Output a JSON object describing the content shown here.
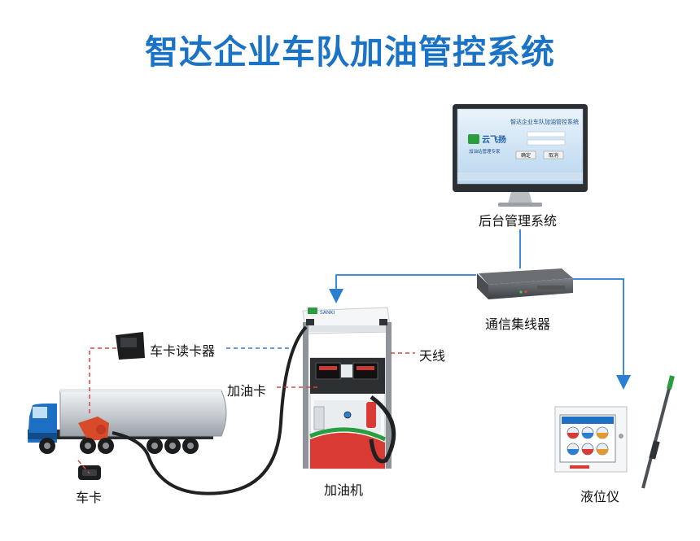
{
  "title": "智达企业车队加油管控系统",
  "labels": {
    "backend": "后台管理系统",
    "hub": "通信集线器",
    "card_reader": "车卡读卡器",
    "antenna": "天线",
    "fuel_card": "加油卡",
    "vehicle_card": "车卡",
    "dispenser": "加油机",
    "level_gauge": "液位仪"
  },
  "monitor_screen": {
    "heading": "智达企业车队加油管控系统",
    "brand": "云飞扬",
    "slogan": "加油站管理专家",
    "confirm": "确定",
    "cancel": "取消"
  },
  "dispenser_brand": "SANKI",
  "colors": {
    "title_blue": "#1a73c6",
    "flow_blue": "#2a7fd4",
    "signal_red": "#e0443c",
    "signal_blue": "#3a78c9"
  }
}
